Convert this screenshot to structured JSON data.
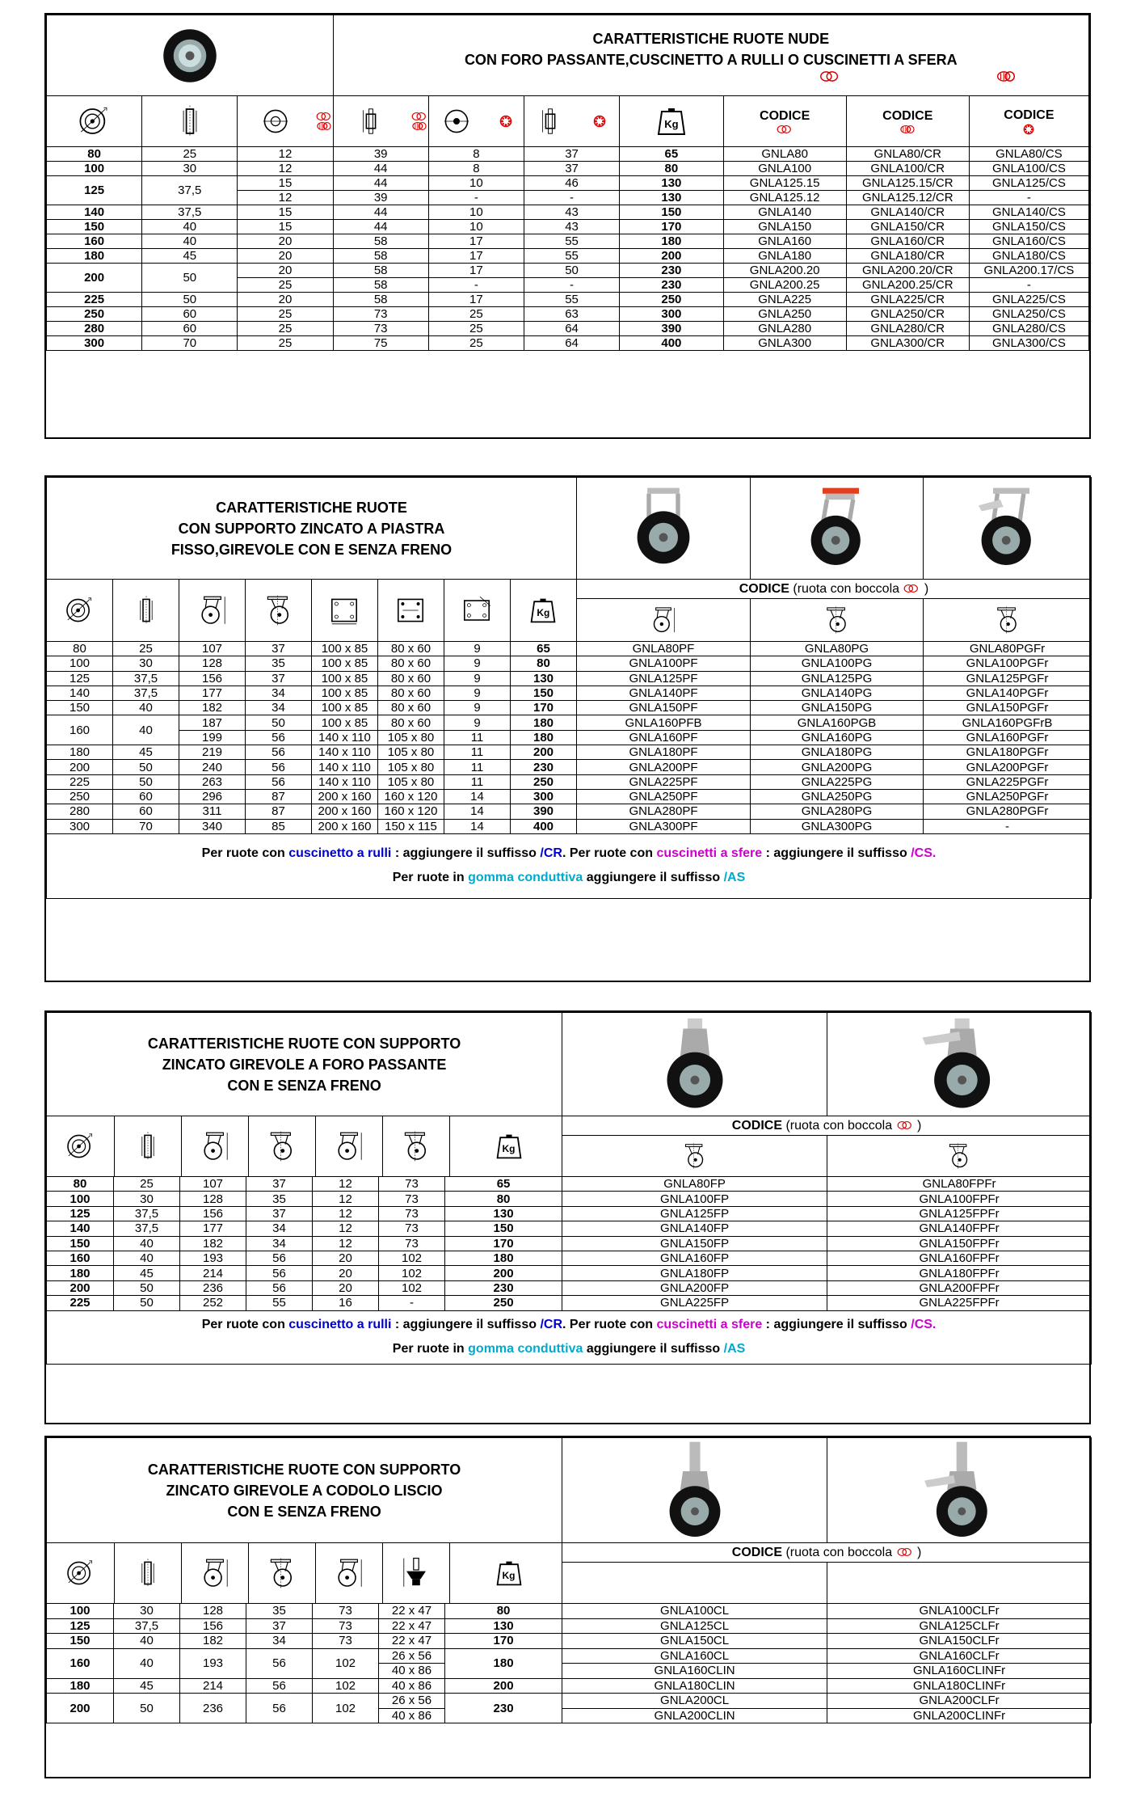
{
  "s1": {
    "title": [
      "CARATTERISTICHE RUOTE NUDE",
      "CON FORO PASSANTE,CUSCINETTO A RULLI O CUSCINETTI A SFERA"
    ],
    "codice": "CODICE",
    "rows": [
      [
        "80",
        "25",
        "12",
        "39",
        "8",
        "37",
        "65",
        "GNLA80",
        "GNLA80/CR",
        "GNLA80/CS"
      ],
      [
        "100",
        "30",
        "12",
        "44",
        "8",
        "37",
        "80",
        "GNLA100",
        "GNLA100/CR",
        "GNLA100/CS"
      ],
      [
        "125",
        "37,5",
        "15",
        "44",
        "10",
        "46",
        "130",
        "GNLA125.15",
        "GNLA125.15/CR",
        "GNLA125/CS"
      ],
      [
        "",
        "",
        "12",
        "39",
        "-",
        "-",
        "130",
        "GNLA125.12",
        "GNLA125.12/CR",
        "-"
      ],
      [
        "140",
        "37,5",
        "15",
        "44",
        "10",
        "43",
        "150",
        "GNLA140",
        "GNLA140/CR",
        "GNLA140/CS"
      ],
      [
        "150",
        "40",
        "15",
        "44",
        "10",
        "43",
        "170",
        "GNLA150",
        "GNLA150/CR",
        "GNLA150/CS"
      ],
      [
        "160",
        "40",
        "20",
        "58",
        "17",
        "55",
        "180",
        "GNLA160",
        "GNLA160/CR",
        "GNLA160/CS"
      ],
      [
        "180",
        "45",
        "20",
        "58",
        "17",
        "55",
        "200",
        "GNLA180",
        "GNLA180/CR",
        "GNLA180/CS"
      ],
      [
        "200",
        "50",
        "20",
        "58",
        "17",
        "50",
        "230",
        "GNLA200.20",
        "GNLA200.20/CR",
        "GNLA200.17/CS"
      ],
      [
        "",
        "",
        "25",
        "58",
        "-",
        "-",
        "230",
        "GNLA200.25",
        "GNLA200.25/CR",
        "-"
      ],
      [
        "225",
        "50",
        "20",
        "58",
        "17",
        "55",
        "250",
        "GNLA225",
        "GNLA225/CR",
        "GNLA225/CS"
      ],
      [
        "250",
        "60",
        "25",
        "73",
        "25",
        "63",
        "300",
        "GNLA250",
        "GNLA250/CR",
        "GNLA250/CS"
      ],
      [
        "280",
        "60",
        "25",
        "73",
        "25",
        "64",
        "390",
        "GNLA280",
        "GNLA280/CR",
        "GNLA280/CS"
      ],
      [
        "300",
        "70",
        "25",
        "75",
        "25",
        "64",
        "400",
        "GNLA300",
        "GNLA300/CR",
        "GNLA300/CS"
      ]
    ]
  },
  "s2": {
    "title": [
      "CARATTERISTICHE RUOTE",
      "CON SUPPORTO  ZINCATO A PIASTRA",
      "FISSO,GIREVOLE CON E SENZA FRENO"
    ],
    "codice_label": "CODICE",
    "codice_note": " (ruota con boccola",
    "codice_close": " )",
    "rows": [
      [
        "80",
        "25",
        "107",
        "37",
        "100 x 85",
        "80 x 60",
        "9",
        "65",
        "GNLA80PF",
        "GNLA80PG",
        "GNLA80PGFr"
      ],
      [
        "100",
        "30",
        "128",
        "35",
        "100 x 85",
        "80 x 60",
        "9",
        "80",
        "GNLA100PF",
        "GNLA100PG",
        "GNLA100PGFr"
      ],
      [
        "125",
        "37,5",
        "156",
        "37",
        "100 x 85",
        "80 x 60",
        "9",
        "130",
        "GNLA125PF",
        "GNLA125PG",
        "GNLA125PGFr"
      ],
      [
        "140",
        "37,5",
        "177",
        "34",
        "100 x 85",
        "80 x 60",
        "9",
        "150",
        "GNLA140PF",
        "GNLA140PG",
        "GNLA140PGFr"
      ],
      [
        "150",
        "40",
        "182",
        "34",
        "100 x 85",
        "80 x 60",
        "9",
        "170",
        "GNLA150PF",
        "GNLA150PG",
        "GNLA150PGFr"
      ],
      [
        "160",
        "40",
        "187",
        "50",
        "100 x 85",
        "80 x 60",
        "9",
        "180",
        "GNLA160PFB",
        "GNLA160PGB",
        "GNLA160PGFrB"
      ],
      [
        "",
        "",
        "199",
        "56",
        "140 x 110",
        "105 x 80",
        "11",
        "180",
        "GNLA160PF",
        "GNLA160PG",
        "GNLA160PGFr"
      ],
      [
        "180",
        "45",
        "219",
        "56",
        "140 x 110",
        "105 x 80",
        "11",
        "200",
        "GNLA180PF",
        "GNLA180PG",
        "GNLA180PGFr"
      ],
      [
        "200",
        "50",
        "240",
        "56",
        "140 x 110",
        "105 x 80",
        "11",
        "230",
        "GNLA200PF",
        "GNLA200PG",
        "GNLA200PGFr"
      ],
      [
        "225",
        "50",
        "263",
        "56",
        "140 x 110",
        "105 x 80",
        "11",
        "250",
        "GNLA225PF",
        "GNLA225PG",
        "GNLA225PGFr"
      ],
      [
        "250",
        "60",
        "296",
        "87",
        "200  x 160",
        "160 x 120",
        "14",
        "300",
        "GNLA250PF",
        "GNLA250PG",
        "GNLA250PGFr"
      ],
      [
        "280",
        "60",
        "311",
        "87",
        "200  x 160",
        "160 x 120",
        "14",
        "390",
        "GNLA280PF",
        "GNLA280PG",
        "GNLA280PGFr"
      ],
      [
        "300",
        "70",
        "340",
        "85",
        "200  x 160",
        "150 x 115",
        "14",
        "400",
        "GNLA300PF",
        "GNLA300PG",
        "-"
      ]
    ]
  },
  "s3": {
    "title": [
      "CARATTERISTICHE RUOTE CON SUPPORTO",
      "ZINCATO GIREVOLE A FORO PASSANTE",
      "CON E SENZA FRENO"
    ],
    "codice_label": "CODICE",
    "codice_note": " (ruota con boccola",
    "codice_close": " )",
    "rows": [
      [
        "80",
        "25",
        "107",
        "37",
        "12",
        "73",
        "65",
        "GNLA80FP",
        "GNLA80FPFr"
      ],
      [
        "100",
        "30",
        "128",
        "35",
        "12",
        "73",
        "80",
        "GNLA100FP",
        "GNLA100FPFr"
      ],
      [
        "125",
        "37,5",
        "156",
        "37",
        "12",
        "73",
        "130",
        "GNLA125FP",
        "GNLA125FPFr"
      ],
      [
        "140",
        "37,5",
        "177",
        "34",
        "12",
        "73",
        "150",
        "GNLA140FP",
        "GNLA140FPFr"
      ],
      [
        "150",
        "40",
        "182",
        "34",
        "12",
        "73",
        "170",
        "GNLA150FP",
        "GNLA150FPFr"
      ],
      [
        "160",
        "40",
        "193",
        "56",
        "20",
        "102",
        "180",
        "GNLA160FP",
        "GNLA160FPFr"
      ],
      [
        "180",
        "45",
        "214",
        "56",
        "20",
        "102",
        "200",
        "GNLA180FP",
        "GNLA180FPFr"
      ],
      [
        "200",
        "50",
        "236",
        "56",
        "20",
        "102",
        "230",
        "GNLA200FP",
        "GNLA200FPFr"
      ],
      [
        "225",
        "50",
        "252",
        "55",
        "16",
        "-",
        "250",
        "GNLA225FP",
        "GNLA225FPFr"
      ]
    ]
  },
  "s4": {
    "title": [
      "CARATTERISTICHE RUOTE CON SUPPORTO",
      "ZINCATO GIREVOLE A CODOLO LISCIO",
      "CON E SENZA FRENO"
    ],
    "codice_label": "CODICE",
    "codice_note": " (ruota con boccola",
    "codice_close": " )",
    "rows": [
      [
        "100",
        "30",
        "128",
        "35",
        "73",
        "22 x 47",
        "80",
        "GNLA100CL",
        "GNLA100CLFr"
      ],
      [
        "125",
        "37,5",
        "156",
        "37",
        "73",
        "22 x 47",
        "130",
        "GNLA125CL",
        "GNLA125CLFr"
      ],
      [
        "150",
        "40",
        "182",
        "34",
        "73",
        "22 x 47",
        "170",
        "GNLA150CL",
        "GNLA150CLFr"
      ],
      [
        "160",
        "40",
        "193",
        "56",
        "102",
        "26 x 56",
        "180",
        "GNLA160CL",
        "GNLA160CLFr"
      ],
      [
        "",
        "",
        "",
        "",
        "",
        "40 x 86",
        "",
        "GNLA160CLIN",
        "GNLA160CLINFr"
      ],
      [
        "180",
        "45",
        "214",
        "56",
        "102",
        "40 x 86",
        "200",
        "GNLA180CLIN",
        "GNLA180CLINFr"
      ],
      [
        "200",
        "50",
        "236",
        "56",
        "102",
        "26 x 56",
        "230",
        "GNLA200CL",
        "GNLA200CLFr"
      ],
      [
        "",
        "",
        "",
        "",
        "",
        "40 x 86",
        "",
        "GNLA200CLIN",
        "GNLA200CLINFr"
      ]
    ]
  },
  "notes": {
    "l1a": "Per ruote con ",
    "l1b": "cuscinetto a rulli",
    "l1c": " : aggiungere il suffisso ",
    "l1d": "/CR",
    "l1e": ". Per ruote con ",
    "l1f": "cuscinetti a sfere",
    "l1g": " : aggiungere il suffisso ",
    "l1h": "/CS",
    "l1i": ".",
    "l2a": "Per ruote in ",
    "l2b": "gomma conduttiva",
    "l2c": " aggiungere il suffisso ",
    "l2d": "/AS"
  },
  "kg": "Kg",
  "icons": {
    "bush": "bushing-icon",
    "roller": "roller-bearing-icon",
    "ball": "ball-bearing-icon",
    "accent_red": "#e00000",
    "note_blue": "#0000cc",
    "note_magenta": "#cc00cc",
    "note_cyan": "#00aacc"
  }
}
